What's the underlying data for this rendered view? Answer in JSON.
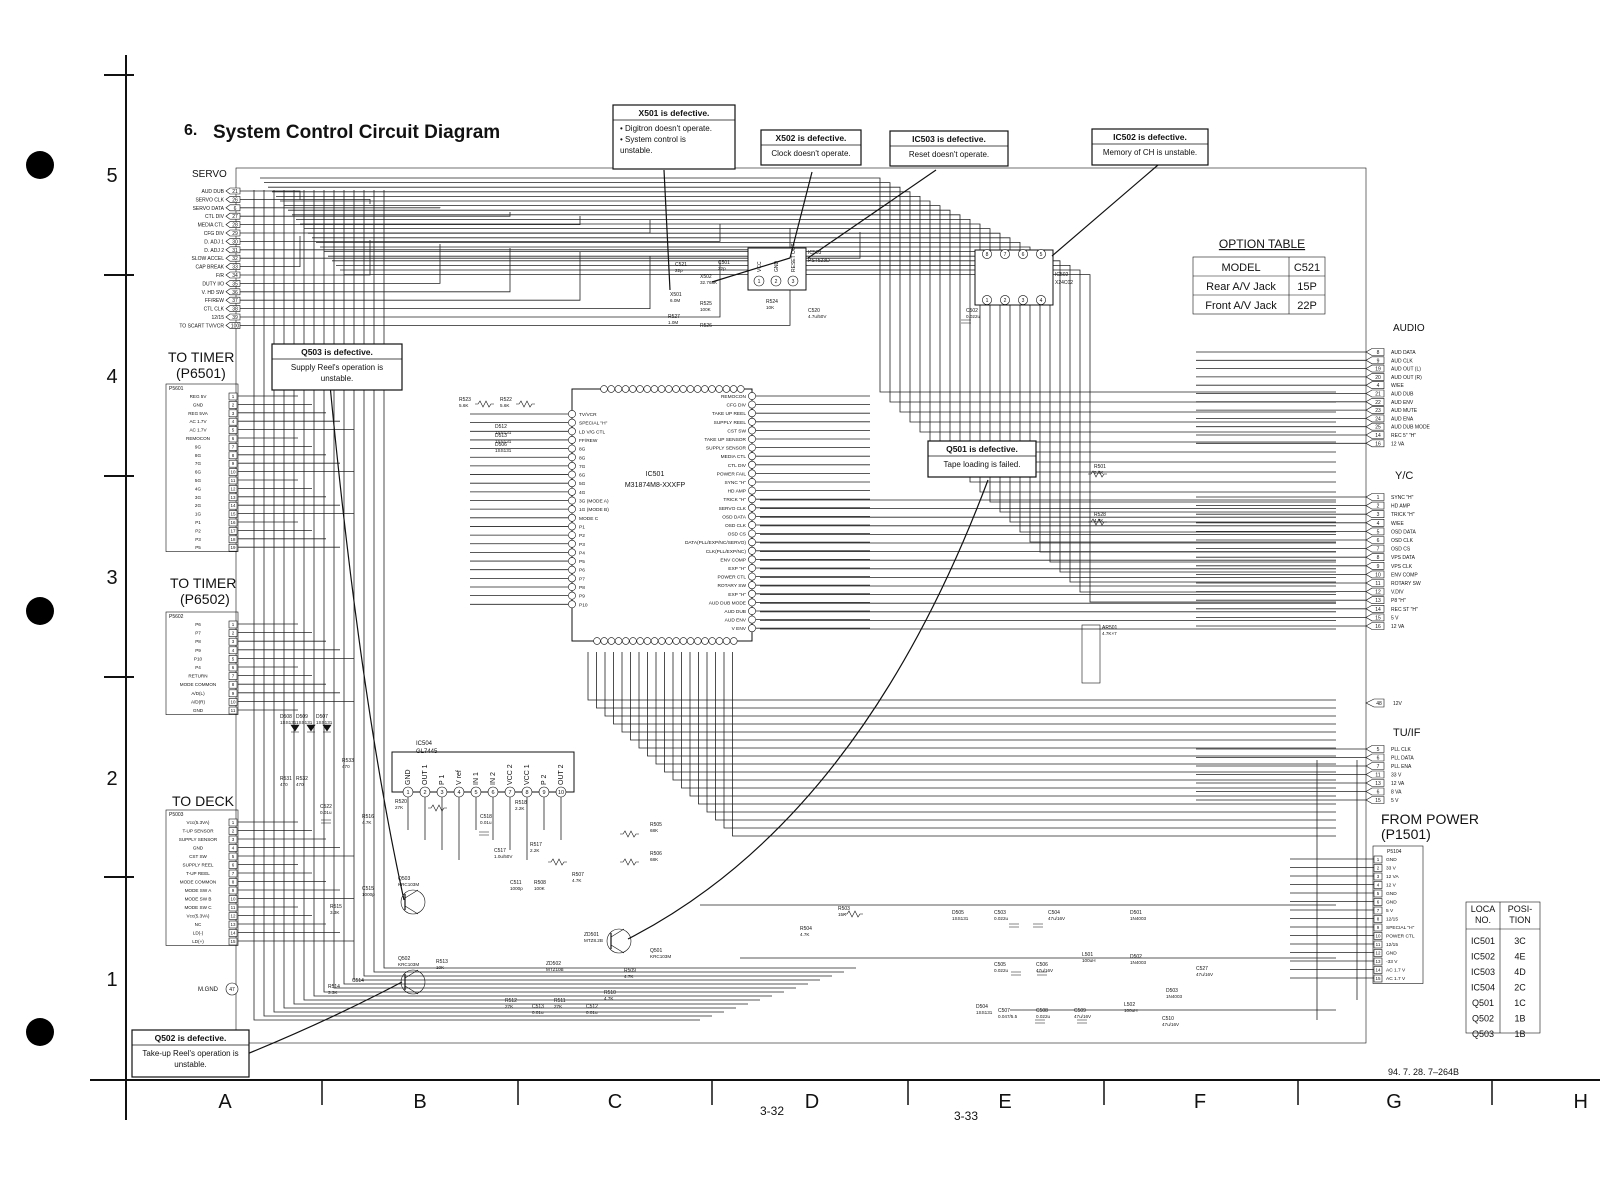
{
  "title": {
    "number": "6.",
    "text": "System Control Circuit Diagram"
  },
  "rows": [
    "5",
    "4",
    "3",
    "2",
    "1"
  ],
  "columns": [
    "A",
    "B",
    "C",
    "D",
    "E",
    "F",
    "G",
    "H"
  ],
  "page_numbers": [
    "3-32",
    "3-33"
  ],
  "doc_code": "94. 7. 28. 7–264B",
  "callouts": [
    {
      "id": "x501",
      "title": "X501 is defective.",
      "lines": [
        "• Digitron doesn't operate.",
        "• System control is",
        "  unstable."
      ]
    },
    {
      "id": "x502",
      "title": "X502 is defective.",
      "lines": [
        "Clock doesn't operate."
      ]
    },
    {
      "id": "ic503",
      "title": "IC503 is defective.",
      "lines": [
        "Reset doesn't operate."
      ]
    },
    {
      "id": "ic502",
      "title": "IC502 is defective.",
      "lines": [
        "Memory of CH is unstable."
      ]
    },
    {
      "id": "q503",
      "title": "Q503 is defective.",
      "lines": [
        "Supply Reel's operation is",
        "unstable."
      ]
    },
    {
      "id": "q501",
      "title": "Q501 is defective.",
      "lines": [
        "Tape loading is failed."
      ]
    },
    {
      "id": "q502",
      "title": "Q502 is defective.",
      "lines": [
        "Take-up Reel's operation is",
        "unstable."
      ]
    }
  ],
  "servo": {
    "label": "SERVO",
    "pins": [
      {
        "name": "AUD DUB",
        "num": "21"
      },
      {
        "name": "SERVO CLK",
        "num": "26"
      },
      {
        "name": "SERVO DATA",
        "num": "6"
      },
      {
        "name": "CTL DIV",
        "num": "27"
      },
      {
        "name": "MEDIA CTL",
        "num": "28"
      },
      {
        "name": "CFG DIV",
        "num": "29"
      },
      {
        "name": "D. ADJ 1",
        "num": "30"
      },
      {
        "name": "D. ADJ 2",
        "num": "31"
      },
      {
        "name": "SLOW ACCEL",
        "num": "32"
      },
      {
        "name": "CAP BREAK",
        "num": "33"
      },
      {
        "name": "F/R",
        "num": "34"
      },
      {
        "name": "DUTY I/O",
        "num": "35"
      },
      {
        "name": "V. HD SW",
        "num": "36"
      },
      {
        "name": "FF/REW",
        "num": "37"
      },
      {
        "name": "CTL CLK",
        "num": "38"
      },
      {
        "name": "12/15",
        "num": "39"
      },
      {
        "name": "TO SCART TV/VCR",
        "num": "100"
      }
    ]
  },
  "timer1": {
    "title": "TO TIMER",
    "conn": "(P6501)",
    "header": "P5601",
    "pins": [
      "REG 5V",
      "GND",
      "REG 5VA",
      "AC 1.7V",
      "AC 1.7V",
      "REMOCON",
      "9G",
      "8G",
      "7G",
      "6G",
      "5G",
      "4G",
      "3G",
      "2G",
      "1G",
      "P1",
      "P2",
      "P3",
      "P5"
    ]
  },
  "timer2": {
    "title": "TO TIMER",
    "conn": "(P6502)",
    "header": "P5602",
    "pins": [
      "P6",
      "P7",
      "P8",
      "P9",
      "P10",
      "P4",
      "RETURN",
      "MODE COMMON",
      "A/D(L)",
      "A/D(R)",
      "GND"
    ]
  },
  "deck": {
    "title": "TO DECK",
    "header": "P5003",
    "pins": [
      "Vcc(5.3VA)",
      "T-UP SENSOR",
      "SUPPLY SENSOR",
      "GND",
      "CST SW",
      "SUPPLY REEL",
      "T-UP REEL",
      "MODE COMMON",
      "MODE SW A",
      "MODE SW B",
      "MODE SW C",
      "Vcc(5.3VA)",
      "NC",
      "LD(-)",
      "LD(+)"
    ],
    "mgnd": "M.GND",
    "mgnd_num": "47"
  },
  "ic501": {
    "ref": "IC501",
    "part": "M31874M8-XXXFP",
    "left_pins": [
      "TV/VCR",
      "SPECIAL \"H\"",
      "LD V/G CTL",
      "FF/REW",
      "8G",
      "8G",
      "7G",
      "6G",
      "5G",
      "4G",
      "3G (MODE A)",
      "1G (MODE B)",
      "MODE C",
      "P1",
      "P2",
      "P3",
      "P4",
      "P5",
      "P6",
      "P7",
      "P8",
      "P9",
      "P10"
    ],
    "right_pins": [
      "REMOCON",
      "CFG DIV",
      "TAKE UP REEL",
      "SUPPLY REEL",
      "CST SW",
      "TAKE UP SENSOR",
      "SUPPLY SENSOR",
      "MEDIA CTL",
      "CTL DIV",
      "POWER FAIL",
      "SYNC \"H\"",
      "HD AMP",
      "TRICK \"H\"",
      "SERVO CLK",
      "OSD DATA",
      "OSD CLK",
      "OSD CS",
      "DATA(PLL/EXP/NC/SERVO)",
      "CLK(PLL/EXP/NC)",
      "ENV COMP",
      "EXP \"H\"",
      "POWER CTL",
      "ROTARY SW",
      "EXP \"H\"",
      "AUD DUB MODE",
      "AUD DUB",
      "AUD ENV",
      "V ENV"
    ]
  },
  "ic504": {
    "ref": "IC504",
    "part": "GL7445",
    "pins": [
      "GND",
      "OUT 1",
      "P 1",
      "V ref",
      "IN 1",
      "IN 2",
      "VCC 2",
      "VCC 1",
      "P 2",
      "OUT 2"
    ]
  },
  "ic503": {
    "ref": "IC503",
    "part": "PST523D",
    "pins": [
      "VCC",
      "GND",
      "RESET OUT"
    ]
  },
  "ic502": {
    "ref": "IC502",
    "part": "X24C02"
  },
  "option_table": {
    "title": "OPTION TABLE",
    "headers": [
      "MODEL",
      "C521"
    ],
    "rows": [
      [
        "Rear A/V Jack",
        "15P"
      ],
      [
        "Front A/V Jack",
        "22P"
      ]
    ]
  },
  "audio": {
    "label": "AUDIO",
    "pins": [
      {
        "num": "8",
        "name": "AUD DATA"
      },
      {
        "num": "9",
        "name": "AUD CLK"
      },
      {
        "num": "19",
        "name": "AUD OUT (L)"
      },
      {
        "num": "20",
        "name": "AUD OUT (R)"
      },
      {
        "num": "4",
        "name": "W/EE"
      },
      {
        "num": "21",
        "name": "AUD DUB"
      },
      {
        "num": "22",
        "name": "AUD ENV"
      },
      {
        "num": "23",
        "name": "AUD MUTE"
      },
      {
        "num": "24",
        "name": "AUD ENA"
      },
      {
        "num": "25",
        "name": "AUD DUB MODE"
      },
      {
        "num": "14",
        "name": "REC 5\" \"H\""
      },
      {
        "num": "16",
        "name": "12 VA"
      }
    ]
  },
  "yc": {
    "label": "Y/C",
    "pins": [
      {
        "num": "1",
        "name": "SYNC \"H\""
      },
      {
        "num": "2",
        "name": "HD AMP"
      },
      {
        "num": "3",
        "name": "TRICK \"H\""
      },
      {
        "num": "4",
        "name": "W/EE"
      },
      {
        "num": "5",
        "name": "OSD DATA"
      },
      {
        "num": "6",
        "name": "OSD CLK"
      },
      {
        "num": "7",
        "name": "OSD CS"
      },
      {
        "num": "8",
        "name": "VPS DATA"
      },
      {
        "num": "9",
        "name": "VPS CLK"
      },
      {
        "num": "10",
        "name": "ENV COMP"
      },
      {
        "num": "11",
        "name": "ROTARY SW"
      },
      {
        "num": "12",
        "name": "V.DIV"
      },
      {
        "num": "13",
        "name": "P8 \"H\""
      },
      {
        "num": "14",
        "name": "REC ST \"H\""
      },
      {
        "num": "15",
        "name": "5 V"
      },
      {
        "num": "16",
        "name": "12 VA"
      }
    ]
  },
  "v12": {
    "num": "48",
    "name": "12V"
  },
  "tuif": {
    "label": "TU/IF",
    "pins": [
      {
        "num": "5",
        "name": "PLL CLK"
      },
      {
        "num": "6",
        "name": "PLL DATA"
      },
      {
        "num": "7",
        "name": "PLL ENA"
      },
      {
        "num": "11",
        "name": "33 V"
      },
      {
        "num": "13",
        "name": "12 VA"
      },
      {
        "num": "6",
        "name": "8 VA"
      },
      {
        "num": "15",
        "name": "5 V"
      }
    ]
  },
  "power": {
    "title": "FROM POWER",
    "conn": "(P1501)",
    "header": "P5104",
    "pins": [
      "GND",
      "33 V",
      "12 VA",
      "12 V",
      "GND",
      "GND",
      "5 V",
      "12/15",
      "SPECIAL \"H\"",
      "POWER CTL",
      "12/15",
      "GND",
      "-33 V",
      "AC 1.7 V",
      "AC 1.7 V"
    ]
  },
  "location_table": {
    "headers": [
      "LOCA NO.",
      "POSI- TION"
    ],
    "rows": [
      [
        "IC501",
        "3C"
      ],
      [
        "IC502",
        "4E"
      ],
      [
        "IC503",
        "4D"
      ],
      [
        "IC504",
        "2C"
      ],
      [
        "Q501",
        "1C"
      ],
      [
        "Q502",
        "1B"
      ],
      [
        "Q503",
        "1B"
      ]
    ]
  },
  "parts": [
    {
      "ref": "X501",
      "val": "6.0M"
    },
    {
      "ref": "X502",
      "val": "32.768K"
    },
    {
      "ref": "C521",
      "val": "22p"
    },
    {
      "ref": "C501",
      "val": "22p"
    },
    {
      "ref": "R525",
      "val": "100K"
    },
    {
      "ref": "R526",
      "val": ""
    },
    {
      "ref": "R527",
      "val": "1.0M"
    },
    {
      "ref": "R524",
      "val": "10K"
    },
    {
      "ref": "C520",
      "val": "4.7u/50V"
    },
    {
      "ref": "C502",
      "val": "0.022u"
    },
    {
      "ref": "R523",
      "val": "5.6K"
    },
    {
      "ref": "R522",
      "val": "5.6K"
    },
    {
      "ref": "D512",
      "val": "1SS131"
    },
    {
      "ref": "D513",
      "val": "1SS131"
    },
    {
      "ref": "D506",
      "val": "1SS131"
    },
    {
      "ref": "R501",
      "val": "5.6K"
    },
    {
      "ref": "R528",
      "val": "4.7K"
    },
    {
      "ref": "AR501",
      "val": "4.7K×7"
    },
    {
      "ref": "D508",
      "val": "1SS131"
    },
    {
      "ref": "D509",
      "val": "1SS131"
    },
    {
      "ref": "D507",
      "val": "1SS131"
    },
    {
      "ref": "R531",
      "val": "470"
    },
    {
      "ref": "R532",
      "val": "470"
    },
    {
      "ref": "R533",
      "val": "470"
    },
    {
      "ref": "C522",
      "val": "0.01u"
    },
    {
      "ref": "R520",
      "val": "27K"
    },
    {
      "ref": "R516",
      "val": "4.7K"
    },
    {
      "ref": "C518",
      "val": "0.01u"
    },
    {
      "ref": "R518",
      "val": "2.2K"
    },
    {
      "ref": "R517",
      "val": "2.2K"
    },
    {
      "ref": "C517",
      "val": "1.0u/50V"
    },
    {
      "ref": "R505",
      "val": "68K"
    },
    {
      "ref": "R506",
      "val": "68K"
    },
    {
      "ref": "C515",
      "val": "1000p"
    },
    {
      "ref": "Q503",
      "val": "KRC103M"
    },
    {
      "ref": "R515",
      "val": "3.3K"
    },
    {
      "ref": "C511",
      "val": "1000p"
    },
    {
      "ref": "R508",
      "val": "100K"
    },
    {
      "ref": "R507",
      "val": "4.7K"
    },
    {
      "ref": "R514",
      "val": "3.3K"
    },
    {
      "ref": "C514",
      "val": ""
    },
    {
      "ref": "Q502",
      "val": "KRC103M"
    },
    {
      "ref": "R513",
      "val": "10K"
    },
    {
      "ref": "ZD501",
      "val": "MTZ8.2B"
    },
    {
      "ref": "ZD502",
      "val": "MTZ10B"
    },
    {
      "ref": "Q501",
      "val": "KRC103M"
    },
    {
      "ref": "R509",
      "val": "4.7K"
    },
    {
      "ref": "R510",
      "val": "4.7K"
    },
    {
      "ref": "R512",
      "val": "27K"
    },
    {
      "ref": "C513",
      "val": "0.01u"
    },
    {
      "ref": "R511",
      "val": "27K"
    },
    {
      "ref": "C512",
      "val": "0.01u"
    },
    {
      "ref": "R503",
      "val": "15K"
    },
    {
      "ref": "R504",
      "val": "4.7K"
    },
    {
      "ref": "D505",
      "val": "1SS131"
    },
    {
      "ref": "C503",
      "val": "0.022u"
    },
    {
      "ref": "C504",
      "val": "47u/16V"
    },
    {
      "ref": "D501",
      "val": "1N4003"
    },
    {
      "ref": "C505",
      "val": "0.022u"
    },
    {
      "ref": "C506",
      "val": "47u/16V"
    },
    {
      "ref": "L501",
      "val": "100uH"
    },
    {
      "ref": "D502",
      "val": "1N4003"
    },
    {
      "ref": "D504",
      "val": "1SS131"
    },
    {
      "ref": "C507",
      "val": "0.047/5.5"
    },
    {
      "ref": "C508",
      "val": "0.022u"
    },
    {
      "ref": "C509",
      "val": "47u/16V"
    },
    {
      "ref": "L502",
      "val": "100uH"
    },
    {
      "ref": "D503",
      "val": "1N4003"
    },
    {
      "ref": "C510",
      "val": "47u/16V"
    },
    {
      "ref": "C527",
      "val": "47u/16V"
    }
  ]
}
